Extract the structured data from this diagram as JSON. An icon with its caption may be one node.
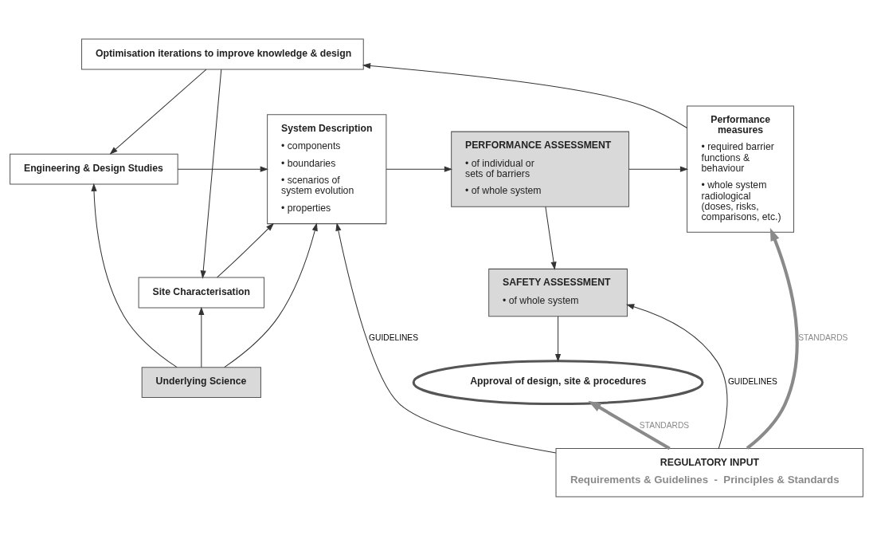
{
  "diagram": {
    "nodes": [
      {
        "text": [
          "Optimisation iterations to improve knowledge & design"
        ]
      },
      {
        "text": [
          "Engineering & Design Studies"
        ]
      },
      {
        "text": [
          "Site Characterisation"
        ]
      },
      {
        "text": [
          "System Description",
          "• components",
          "• boundaries",
          "• scenarios of system evolution",
          "• properties"
        ]
      },
      {
        "text": [
          "PERFORMANCE ASSESSMENT",
          "• of individual or sets of barriers",
          "• of whole system"
        ]
      },
      {
        "text": [
          "Performance measures",
          "• required barrier functions & behaviour",
          "• whole system radiological (doses, risks, comparisons, etc.)"
        ]
      },
      {
        "text": [
          "SAFETY ASSESSMENT",
          "• of whole system"
        ]
      },
      {
        "text": [
          "Underlying Science"
        ]
      },
      {
        "text": [
          "Approval of design, site & procedures"
        ]
      },
      {
        "text": [
          "REGULATORY INPUT",
          "Requirements & Guidelines  -  Principles & Standards"
        ]
      }
    ],
    "edges": [
      {
        "from": 0,
        "to": 1,
        "arrow": "to"
      },
      {
        "from": 0,
        "to": 2,
        "arrow": "to"
      },
      {
        "from": 1,
        "to": 3,
        "arrow": "to"
      },
      {
        "from": 2,
        "to": 3,
        "arrow": "to"
      },
      {
        "from": 3,
        "to": 4,
        "arrow": "to"
      },
      {
        "from": 4,
        "to": 5,
        "arrow": "to"
      },
      {
        "from": 5,
        "to": 0,
        "arrow": "to"
      },
      {
        "from": 4,
        "to": 6,
        "arrow": "to"
      },
      {
        "from": 7,
        "to": 1,
        "arrow": "to"
      },
      {
        "from": 7,
        "to": 2,
        "arrow": "to"
      },
      {
        "from": 7,
        "to": 3,
        "arrow": "to"
      },
      {
        "from": 6,
        "to": 8,
        "arrow": "to"
      },
      {
        "from": 9,
        "to": 3,
        "arrow": "to",
        "label": "GUIDELINES"
      },
      {
        "from": 9,
        "to": 6,
        "arrow": "to",
        "label": "GUIDELINES"
      },
      {
        "from": 9,
        "to": 5,
        "arrow": "to",
        "label": "STANDARDS",
        "style": "thick",
        "color": "#8a8a8a"
      },
      {
        "from": 9,
        "to": 8,
        "arrow": "to",
        "label": "STANDARDS",
        "style": "thick",
        "color": "#8a8a8a"
      }
    ]
  }
}
